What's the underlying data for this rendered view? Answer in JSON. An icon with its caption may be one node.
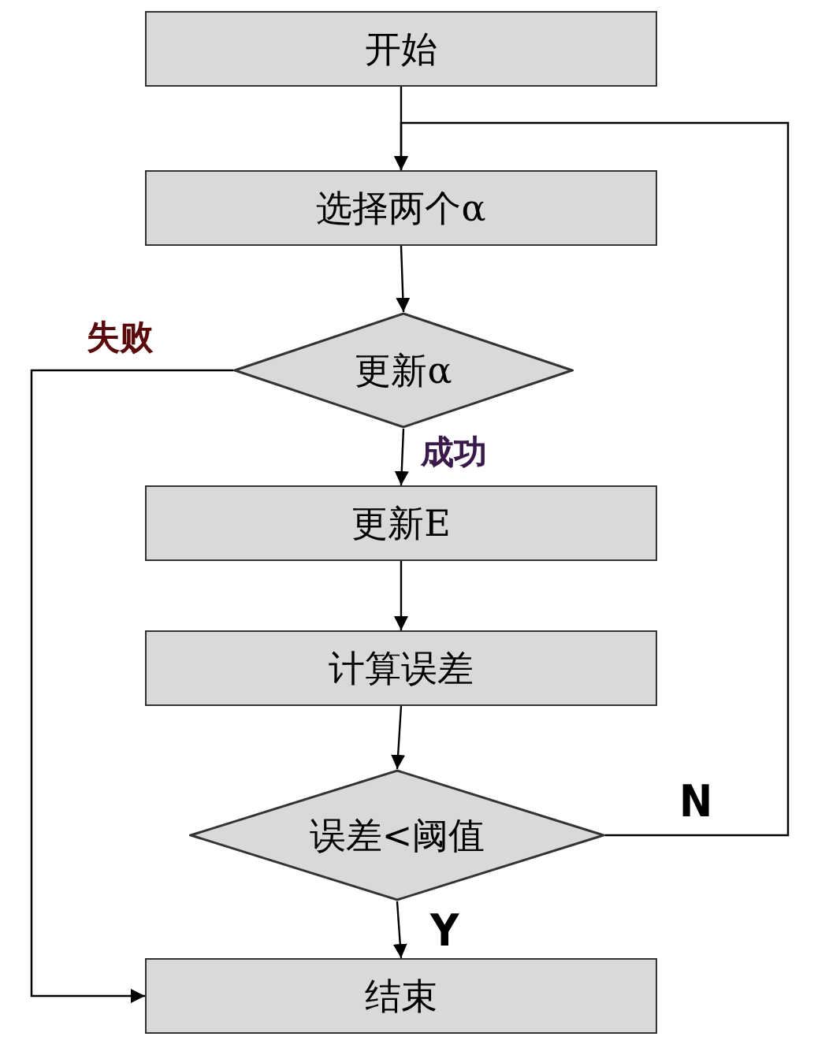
{
  "diagram": {
    "nodes": [
      {
        "text": [
          "开始"
        ]
      },
      {
        "text": [
          "选择两个α"
        ]
      },
      {
        "text": [
          "更新α"
        ]
      },
      {
        "text": [
          "更新E"
        ]
      },
      {
        "text": [
          "计算误差"
        ]
      },
      {
        "text": [
          "误差<阈值"
        ]
      },
      {
        "text": [
          "结束"
        ]
      }
    ],
    "edges": [
      {
        "from": 0,
        "to": 1,
        "arrow": "to"
      },
      {
        "from": 1,
        "to": 2,
        "arrow": "to"
      },
      {
        "from": 2,
        "to": 3,
        "arrow": "to",
        "label": "成功"
      },
      {
        "from": 3,
        "to": 4,
        "arrow": "to"
      },
      {
        "from": 4,
        "to": 5,
        "arrow": "to"
      },
      {
        "from": 5,
        "to": 6,
        "arrow": "to",
        "label": "Y"
      },
      {
        "from": 5,
        "to": 1,
        "arrow": "to",
        "label": "N"
      },
      {
        "from": 2,
        "to": 6,
        "arrow": "to",
        "label": "失败"
      }
    ]
  }
}
